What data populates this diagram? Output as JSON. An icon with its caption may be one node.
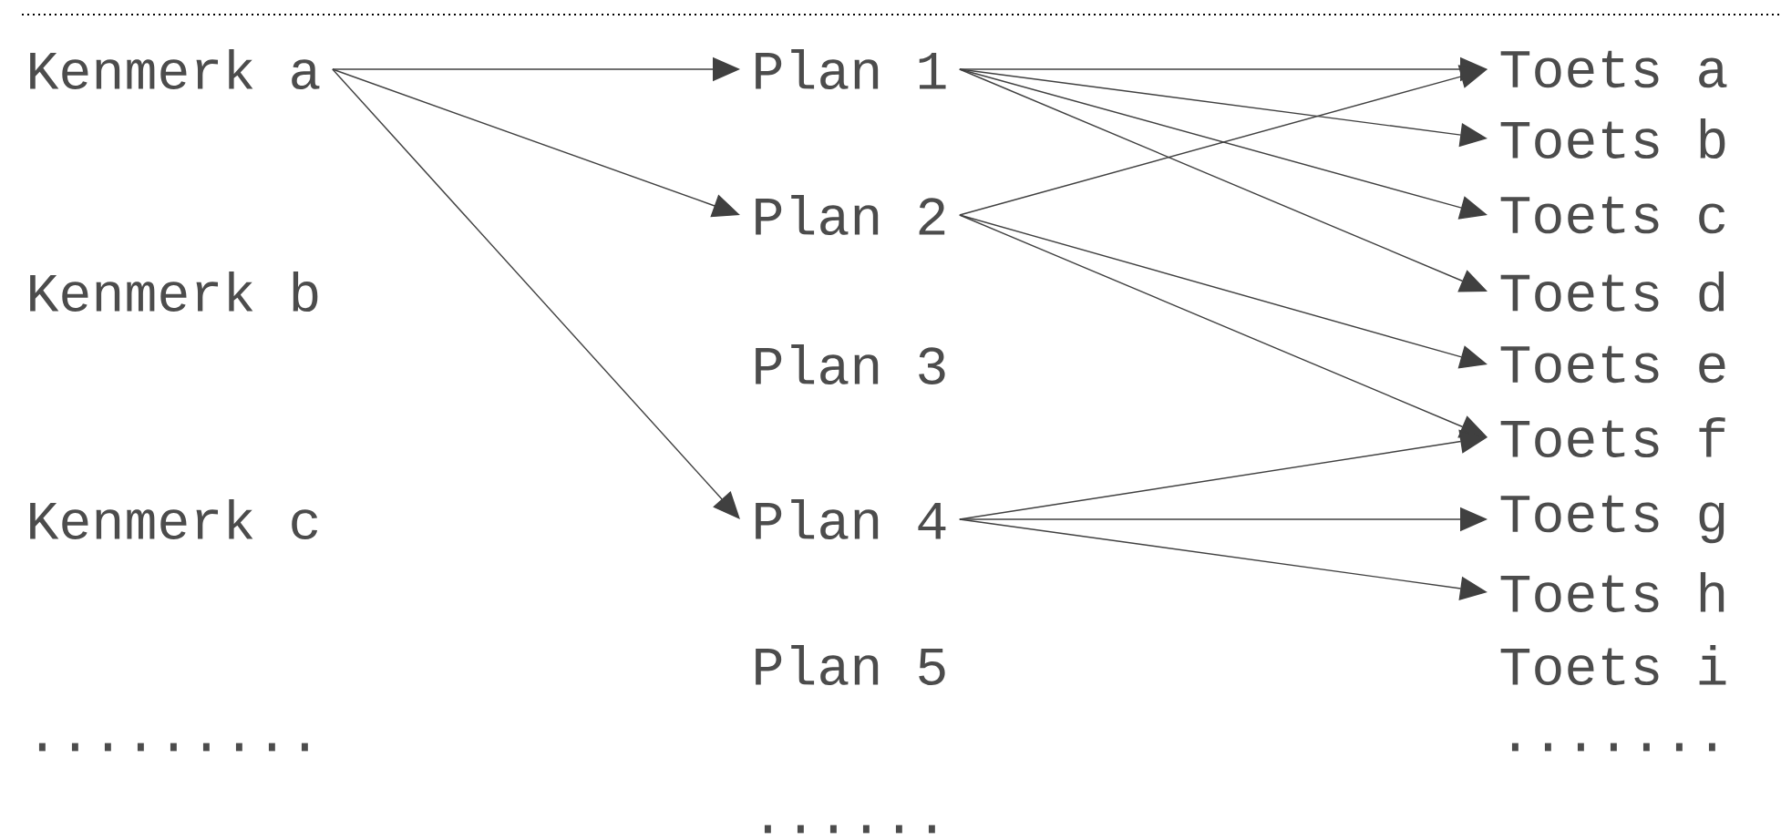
{
  "diagram": {
    "nodes": [
      {
        "text": [
          "Kenmerk a"
        ]
      },
      {
        "text": [
          "Kenmerk b"
        ]
      },
      {
        "text": [
          "Kenmerk c"
        ]
      },
      {
        "text": [
          "Plan 1"
        ]
      },
      {
        "text": [
          "Plan 2"
        ]
      },
      {
        "text": [
          "Plan 3"
        ]
      },
      {
        "text": [
          "Plan 4"
        ]
      },
      {
        "text": [
          "Plan 5"
        ]
      },
      {
        "text": [
          "Toets a"
        ]
      },
      {
        "text": [
          "Toets b"
        ]
      },
      {
        "text": [
          "Toets c"
        ]
      },
      {
        "text": [
          "Toets d"
        ]
      },
      {
        "text": [
          "Toets e"
        ]
      },
      {
        "text": [
          "Toets f"
        ]
      },
      {
        "text": [
          "Toets g"
        ]
      },
      {
        "text": [
          "Toets h"
        ]
      },
      {
        "text": [
          "Toets i"
        ]
      }
    ],
    "edges": [
      {
        "from": 0,
        "to": 3,
        "arrow": "to"
      },
      {
        "from": 0,
        "to": 4,
        "arrow": "to"
      },
      {
        "from": 0,
        "to": 6,
        "arrow": "to"
      },
      {
        "from": 3,
        "to": 8,
        "arrow": "to"
      },
      {
        "from": 3,
        "to": 9,
        "arrow": "to"
      },
      {
        "from": 3,
        "to": 10,
        "arrow": "to"
      },
      {
        "from": 3,
        "to": 11,
        "arrow": "to"
      },
      {
        "from": 4,
        "to": 8,
        "arrow": "to"
      },
      {
        "from": 4,
        "to": 12,
        "arrow": "to"
      },
      {
        "from": 4,
        "to": 13,
        "arrow": "to"
      },
      {
        "from": 6,
        "to": 13,
        "arrow": "to"
      },
      {
        "from": 6,
        "to": 14,
        "arrow": "to"
      },
      {
        "from": 6,
        "to": 15,
        "arrow": "to"
      }
    ],
    "labels": [
      ".........",
      ".......",
      "......"
    ]
  }
}
